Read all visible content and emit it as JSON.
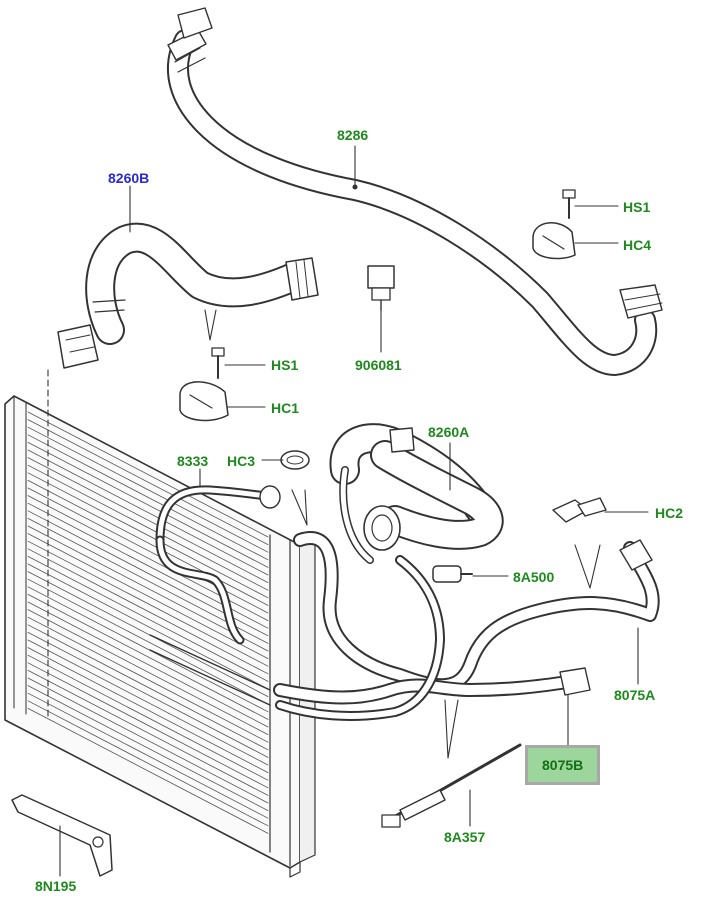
{
  "colors": {
    "label": "#1e8a1e",
    "label_linked": "#2a2acf",
    "highlight_fill": "#9cd69c",
    "highlight_border": "#a8a8a8",
    "line": "#333333"
  },
  "callouts": {
    "c8260B": "8260B",
    "c8286": "8286",
    "cHS1_top": "HS1",
    "cHC4": "HC4",
    "cHS1_mid": "HS1",
    "cHC1": "HC1",
    "c906081": "906081",
    "c8333": "8333",
    "cHC3": "HC3",
    "c8260A": "8260A",
    "cHC2": "HC2",
    "c8A500": "8A500",
    "c8075A": "8075A",
    "c8075B": "8075B",
    "c8A357": "8A357",
    "c8N195": "8N195"
  },
  "highlighted_part": "8075B"
}
